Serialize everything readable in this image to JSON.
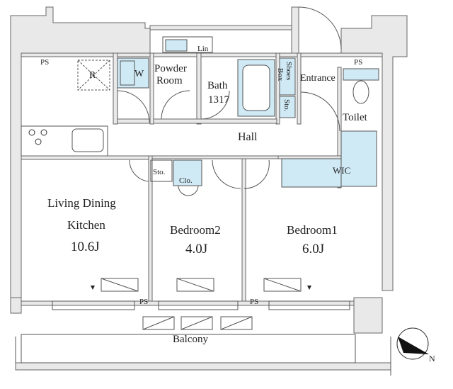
{
  "plan": {
    "rooms": {
      "ldk_line1": "Living Dining",
      "ldk_line2": "Kitchen",
      "ldk_size": "10.6J",
      "bedroom2": "Bedroom2",
      "bedroom2_size": "4.0J",
      "bedroom1": "Bedroom1",
      "bedroom1_size": "6.0J",
      "powder_line1": "Powder",
      "powder_line2": "Room",
      "bath": "Bath",
      "bath_size": "1317",
      "hall": "Hall",
      "entrance": "Entrance",
      "toilet": "Toilet",
      "wic": "WIC",
      "balcony": "Balcony"
    },
    "small_labels": {
      "ps": "PS",
      "r": "R",
      "w": "W",
      "lin": "Lin",
      "shoes_line1": "Shoes",
      "shoes_line2": "Box",
      "sto": "Sto.",
      "clo": "Clo."
    },
    "compass": {
      "north": "N"
    },
    "colors": {
      "wall": "#e9e9e9",
      "line": "#555555",
      "wet_area": "#cfe9f5"
    }
  }
}
